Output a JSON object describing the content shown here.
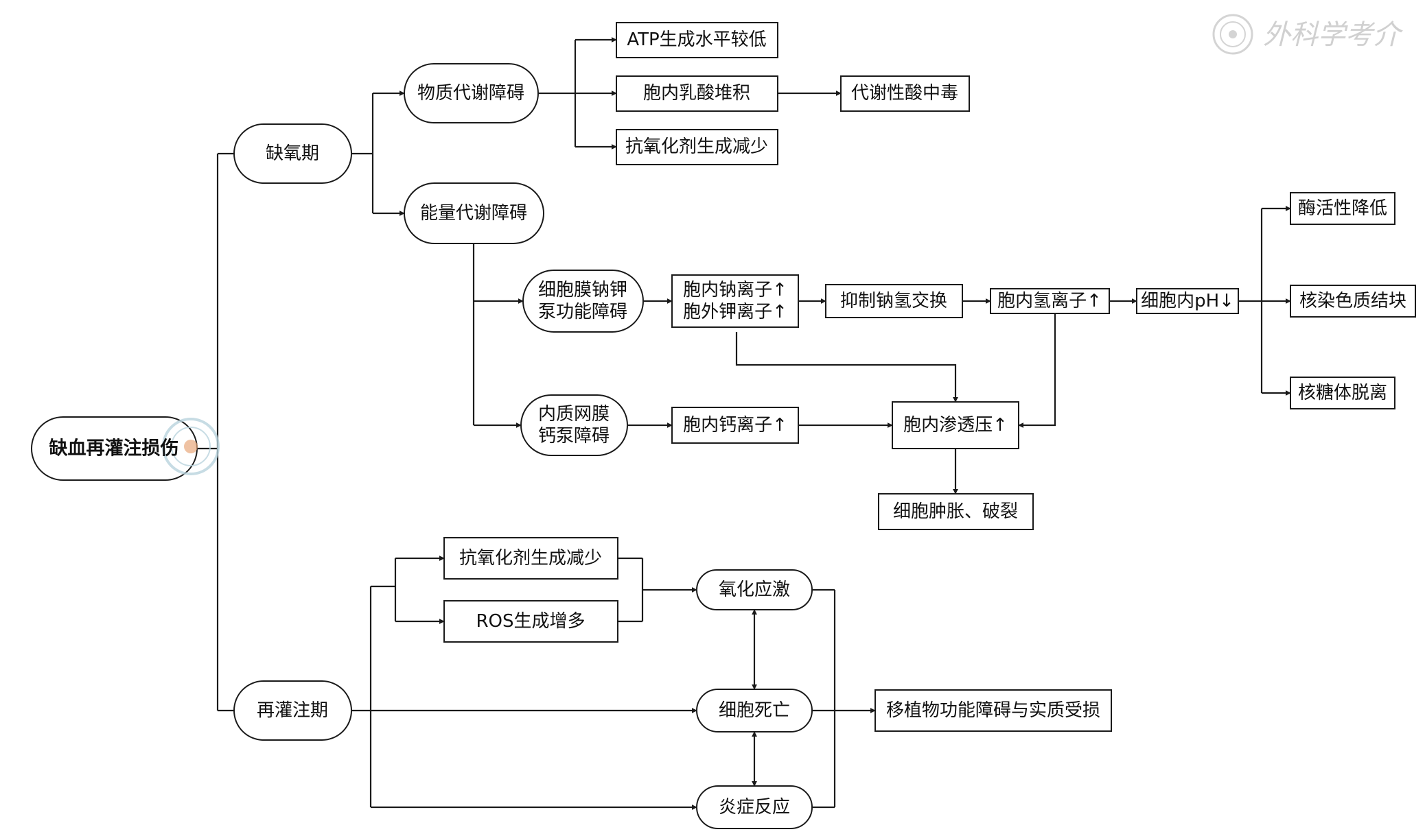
{
  "root": {
    "label": "缺血再灌注损伤"
  },
  "ischemia": {
    "label": "缺氧期",
    "material_metabolism": {
      "label": "物质代谢障碍",
      "effects": [
        "ATP生成水平较低",
        "胞内乳酸堆积",
        "抗氧化剂生成减少"
      ],
      "acidosis": "代谢性酸中毒"
    },
    "energy_metabolism": {
      "label": "能量代谢障碍",
      "na_k_pump": "细胞膜钠钾\n泵功能障碍",
      "na_k_ions": "胞内钠离子↑\n胞外钾离子↑",
      "na_h_inhibit": "抑制钠氢交换",
      "h_ion": "胞内氢离子↑",
      "ph": "细胞内pH↓",
      "ph_effects": [
        "酶活性降低",
        "核染色质结块",
        "核糖体脱离"
      ],
      "er_pump": "内质网膜\n钙泵障碍",
      "ca_ion": "胞内钙离子↑",
      "osmotic": "胞内渗透压↑",
      "swelling": "细胞肿胀、破裂"
    }
  },
  "reperfusion": {
    "label": "再灌注期",
    "antioxidant_less": "抗氧化剂生成减少",
    "ros_more": "ROS生成增多",
    "oxidative_stress": "氧化应激",
    "cell_death": "细胞死亡",
    "inflammation": "炎症反应",
    "outcome": "移植物功能障碍与实质受损"
  },
  "watermark": {
    "text": "外科学考介"
  }
}
